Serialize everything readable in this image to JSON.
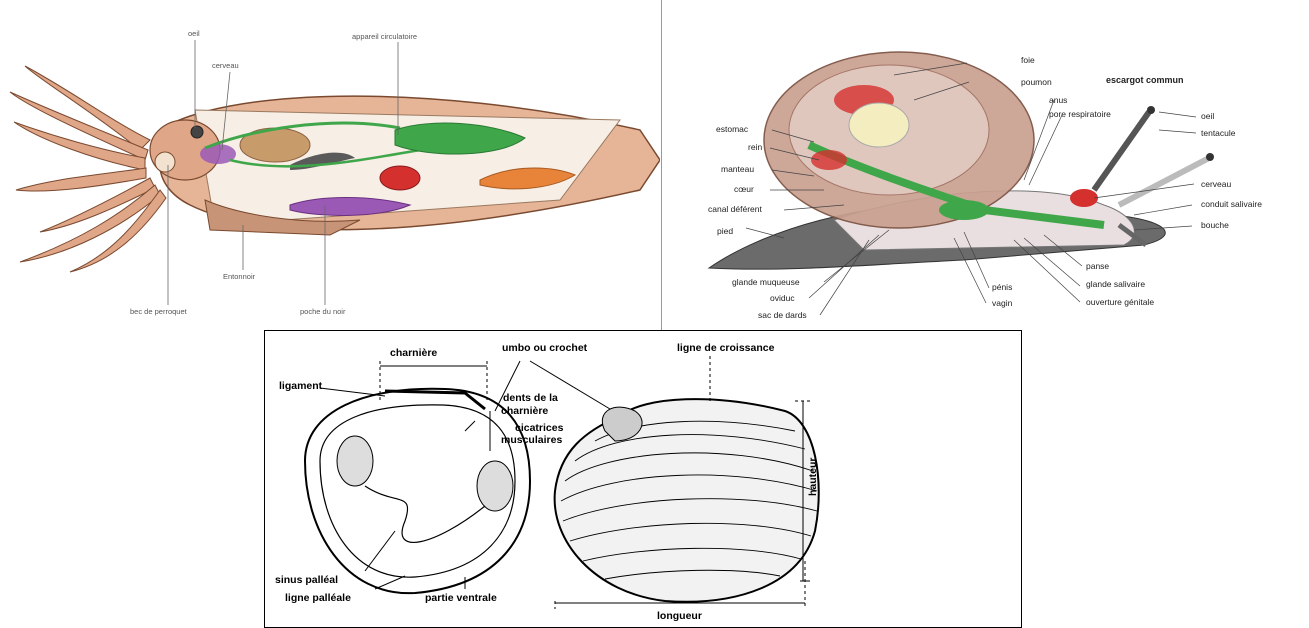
{
  "squid": {
    "labels": {
      "oeil": "oeil",
      "cerveau": "cerveau",
      "appareil_circulatoire": "appareil circulatoire",
      "entonnoir": "Entonnoir",
      "bec": "bec de perroquet",
      "poche": "poche du noir"
    }
  },
  "snail": {
    "title": "escargot commun",
    "labels": {
      "foie": "foie",
      "poumon": "poumon",
      "anus": "anus",
      "pore": "pore respiratoire",
      "oeil": "oeil",
      "tentacule": "tentacule",
      "estomac": "estomac",
      "rein": "rein",
      "manteau": "manteau",
      "coeur": "cœur",
      "canal": "canal déférent",
      "pied": "pied",
      "cerveau": "cerveau",
      "conduit": "conduit salivaire",
      "bouche": "bouche",
      "panse": "panse",
      "glande_salivaire": "glande salivaire",
      "ouverture": "ouverture génitale",
      "glande_muqueuse": "glande muqueuse",
      "oviduc": "oviduc",
      "sac": "sac de dards",
      "penis": "pénis",
      "vagin": "vagin"
    }
  },
  "clam": {
    "labels": {
      "charniere": "charnière",
      "umbo": "umbo ou crochet",
      "ligne_croissance": "ligne de croissance",
      "ligament": "ligament",
      "dents1": "dents de la",
      "dents2": "charnière",
      "cicatrices1": "cicatrices",
      "cicatrices2": "musculaires",
      "hauteur": "hauteur",
      "sinus": "sinus palléal",
      "ligne_palleale": "ligne palléale",
      "partie_ventrale": "partie ventrale",
      "longueur": "longueur"
    }
  },
  "colors": {
    "squid_skin": "#e0a688",
    "squid_outline": "#7a4a30",
    "green_organ": "#3fa64a",
    "red_organ": "#d4302e",
    "purple_organ": "#9b59b6",
    "orange_organ": "#e8843a",
    "snail_shell": "#b98a78",
    "snail_body": "#6b6b6b"
  }
}
